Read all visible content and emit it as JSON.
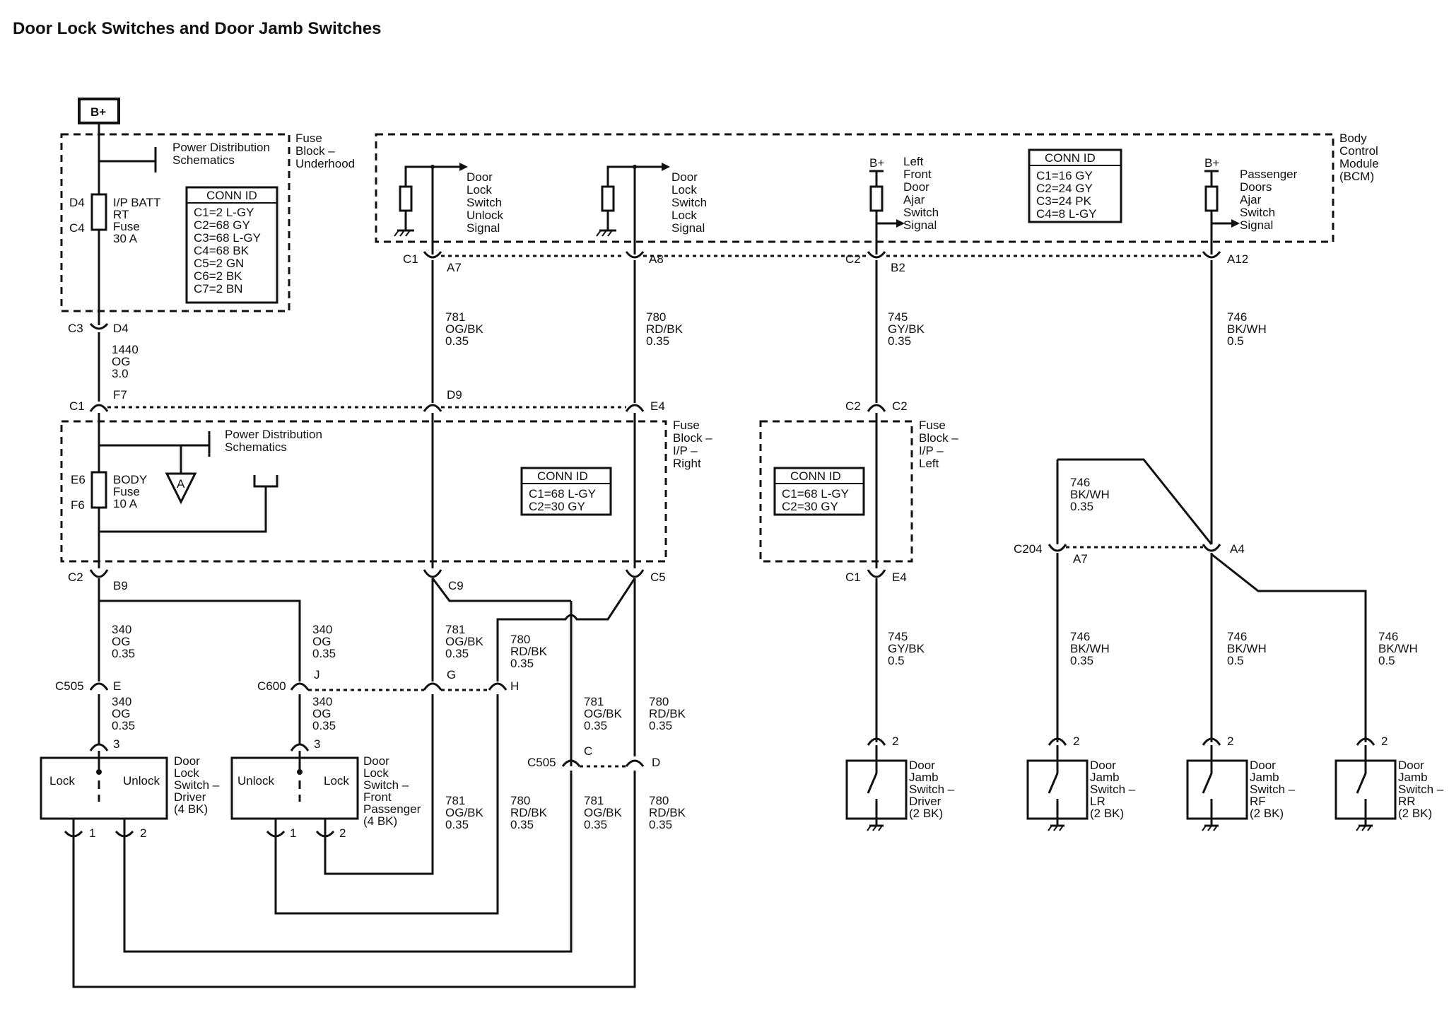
{
  "title": "Door Lock Switches and Door Jamb Switches",
  "bplus": {
    "top": "B+",
    "lf": "B+",
    "pass": "B+"
  },
  "modules": {
    "underhood": [
      "Fuse",
      "Block –",
      "Underhood"
    ],
    "bcm": [
      "Body",
      "Control",
      "Module",
      "(BCM)"
    ],
    "ip_right": [
      "Fuse",
      "Block –",
      "I/P –",
      "Right"
    ],
    "ip_left": [
      "Fuse",
      "Block –",
      "I/P –",
      "Left"
    ]
  },
  "power_dist": {
    "top": [
      "Power Distribution",
      "Schematics"
    ],
    "mid": [
      "Power Distribution",
      "Schematics"
    ]
  },
  "fuses": {
    "ip_batt": {
      "pin_in": "D4",
      "pin_out": "C4",
      "label": [
        "I/P BATT",
        "RT",
        "Fuse",
        "30 A"
      ]
    },
    "body": {
      "pin_in": "E6",
      "pin_out": "F6",
      "label": [
        "BODY",
        "Fuse",
        "10 A"
      ]
    }
  },
  "conn_ids": {
    "underhood": {
      "header": "CONN ID",
      "rows": [
        "C1=2 L-GY",
        "C2=68 GY",
        "C3=68 L-GY",
        "C4=68 BK",
        "C5=2 GN",
        "C6=2 BK",
        "C7=2 BN"
      ]
    },
    "bcm": {
      "header": "CONN ID",
      "rows": [
        "C1=16 GY",
        "C2=24 GY",
        "C3=24 PK",
        "C4=8 L-GY"
      ]
    },
    "ip_right": {
      "header": "CONN ID",
      "rows": [
        "C1=68 L-GY",
        "C2=30 GY"
      ]
    },
    "ip_left": {
      "header": "CONN ID",
      "rows": [
        "C1=68 L-GY",
        "C2=30 GY"
      ]
    }
  },
  "bcm_signals": {
    "unlock": [
      "Door",
      "Lock",
      "Switch",
      "Unlock",
      "Signal"
    ],
    "lock": [
      "Door",
      "Lock",
      "Switch",
      "Lock",
      "Signal"
    ],
    "lf_ajar": [
      "Left",
      "Front",
      "Door",
      "Ajar",
      "Switch",
      "Signal"
    ],
    "pass_ajar": [
      "Passenger",
      "Doors",
      "Ajar",
      "Switch",
      "Signal"
    ]
  },
  "connectors": {
    "c3": "C3",
    "d4": "D4",
    "c1a": "C1",
    "a7": "A7",
    "a8": "A8",
    "c2a": "C2",
    "b2": "B2",
    "a12": "A12",
    "c1b": "C1",
    "f7": "F7",
    "d9": "D9",
    "e4": "E4",
    "c2b": "C2",
    "c2c": "C2",
    "c2d": "C2",
    "b9": "B9",
    "c9": "C9",
    "c5": "C5",
    "c204": "C204",
    "a7b": "A7",
    "a4": "A4",
    "c1c": "C1",
    "e4b": "E4",
    "c505a": "C505",
    "e": "E",
    "c600": "C600",
    "j": "J",
    "g": "G",
    "h": "H",
    "c505b": "C505",
    "c": "C",
    "d": "D",
    "pin3a": "3",
    "pin3b": "3",
    "pin1a": "1",
    "pin2a": "2",
    "pin1b": "1",
    "pin2b": "2",
    "pin2c": "2",
    "pin2d": "2",
    "pin2e": "2",
    "pin2f": "2"
  },
  "wires": {
    "w1440": [
      "1440",
      "OG",
      "3.0"
    ],
    "w781a": [
      "781",
      "OG/BK",
      "0.35"
    ],
    "w780a": [
      "780",
      "RD/BK",
      "0.35"
    ],
    "w745a": [
      "745",
      "GY/BK",
      "0.35"
    ],
    "w746a": [
      "746",
      "BK/WH",
      "0.5"
    ],
    "w746b": [
      "746",
      "BK/WH",
      "0.35"
    ],
    "w340a": [
      "340",
      "OG",
      "0.35"
    ],
    "w340b": [
      "340",
      "OG",
      "0.35"
    ],
    "w781b": [
      "781",
      "OG/BK",
      "0.35"
    ],
    "w780b": [
      "780",
      "RD/BK",
      "0.35"
    ],
    "w340c": [
      "340",
      "OG",
      "0.35"
    ],
    "w340d": [
      "340",
      "OG",
      "0.35"
    ],
    "w781c": [
      "781",
      "OG/BK",
      "0.35"
    ],
    "w780c": [
      "780",
      "RD/BK",
      "0.35"
    ],
    "w781d": [
      "781",
      "OG/BK",
      "0.35"
    ],
    "w780d": [
      "780",
      "RD/BK",
      "0.35"
    ],
    "w781e": [
      "781",
      "OG/BK",
      "0.35"
    ],
    "w780e": [
      "780",
      "RD/BK",
      "0.35"
    ],
    "w745b": [
      "745",
      "GY/BK",
      "0.5"
    ],
    "w746c": [
      "746",
      "BK/WH",
      "0.35"
    ],
    "w746d": [
      "746",
      "BK/WH",
      "0.5"
    ],
    "w746e": [
      "746",
      "BK/WH",
      "0.5"
    ]
  },
  "switches": {
    "driver": {
      "left": "Lock",
      "right": "Unlock",
      "label": [
        "Door",
        "Lock",
        "Switch –",
        "Driver",
        "(4 BK)"
      ]
    },
    "passenger": {
      "left": "Unlock",
      "right": "Lock",
      "label": [
        "Door",
        "Lock",
        "Switch –",
        "Front",
        "Passenger",
        "(4 BK)"
      ]
    },
    "jamb_driver": [
      "Door",
      "Jamb",
      "Switch –",
      "Driver",
      "(2 BK)"
    ],
    "jamb_lr": [
      "Door",
      "Jamb",
      "Switch –",
      "LR",
      "(2 BK)"
    ],
    "jamb_rf": [
      "Door",
      "Jamb",
      "Switch –",
      "RF",
      "(2 BK)"
    ],
    "jamb_rr": [
      "Door",
      "Jamb",
      "Switch –",
      "RR",
      "(2 BK)"
    ]
  },
  "ground_ref": "A"
}
